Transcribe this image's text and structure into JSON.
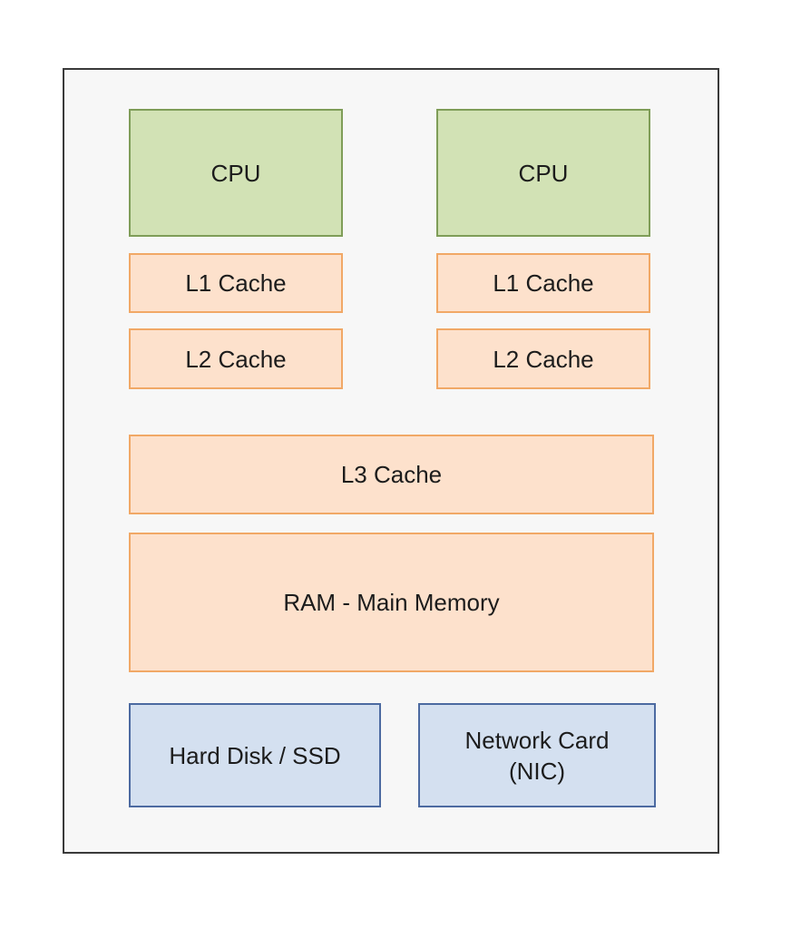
{
  "diagram": {
    "cpu_left": "CPU",
    "cpu_right": "CPU",
    "l1_left": "L1 Cache",
    "l1_right": "L1 Cache",
    "l2_left": "L2 Cache",
    "l2_right": "L2 Cache",
    "l3": "L3 Cache",
    "ram": "RAM - Main Memory",
    "disk": "Hard Disk / SSD",
    "nic": "Network Card\n(NIC)"
  },
  "colors": {
    "cpu_fill": "#d2e2b5",
    "cpu_border": "#7f9d58",
    "cache_fill": "#fde1cc",
    "cache_border": "#f1a866",
    "storage_fill": "#d4e0f0",
    "storage_border": "#4c6aa1"
  }
}
